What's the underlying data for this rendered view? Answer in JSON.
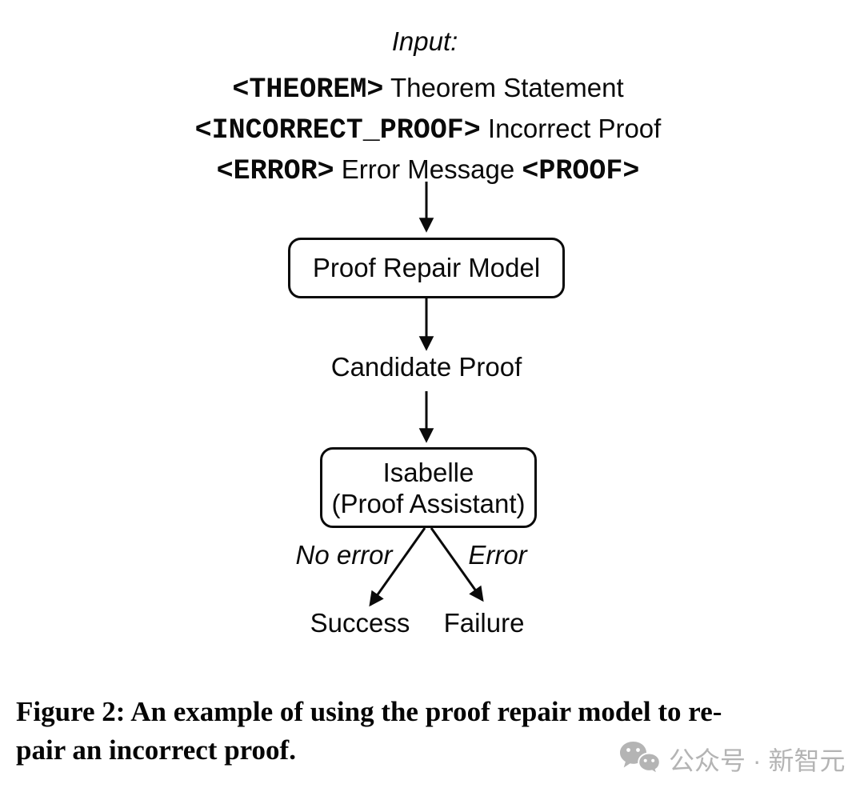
{
  "page": {
    "background": "#ffffff",
    "text_color": "#0a0a0a",
    "watermark_color": "#b4b4b4"
  },
  "diagram": {
    "input_label": "Input:",
    "input_lines": {
      "line1_tag": "<THEOREM>",
      "line1_text": " Theorem Statement",
      "line2_tag": "<INCORRECT_PROOF>",
      "line2_text": " Incorrect Proof",
      "line3_tag1": "<ERROR>",
      "line3_text": " Error Message ",
      "line3_tag2": "<PROOF>"
    },
    "nodes": {
      "proof_repair_model": "Proof Repair Model",
      "candidate_proof": "Candidate Proof",
      "isabelle_line1": "Isabelle",
      "isabelle_line2": "(Proof Assistant)"
    },
    "edge_labels": {
      "no_error": "No error",
      "error": "Error"
    },
    "outcomes": {
      "success": "Success",
      "failure": "Failure"
    }
  },
  "caption": {
    "line1": "Figure 2: An example of using the proof repair model to re-",
    "line2": "pair an incorrect proof."
  },
  "watermark": {
    "icon": "wechat-icon",
    "text": "公众号 · 新智元"
  }
}
